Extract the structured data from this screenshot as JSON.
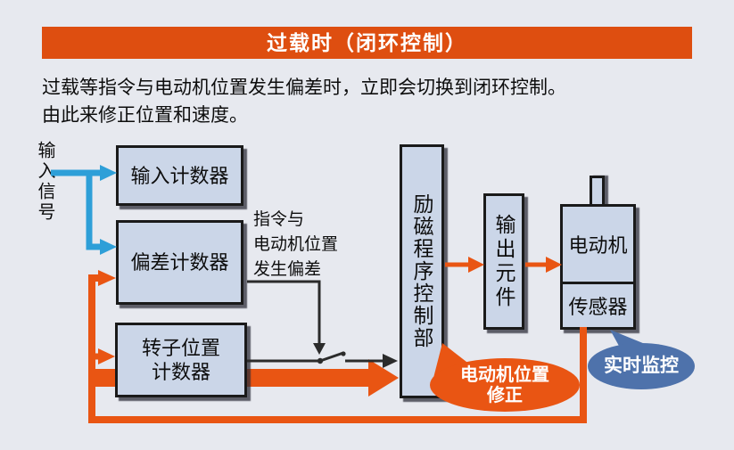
{
  "colors": {
    "background": "#E7E9EF",
    "title_bar": "#DE4E10",
    "box_fill": "#CBD6E8",
    "box_border": "#1A1A1A",
    "arrow_orange": "#E95513",
    "arrow_blue": "#2E9FD8",
    "arrow_black": "#2B2B2B",
    "bubble_orange": "#E95513",
    "bubble_blue": "#4E72AB"
  },
  "title": "过载时（闭环控制）",
  "description": {
    "line1": "过载等指令与电动机位置发生偏差时，立即会切换到闭环控制。",
    "line2": "由此来修正位置和速度。"
  },
  "diagram": {
    "input_signal_label": "输入信号",
    "boxes": {
      "input_counter": "输入计数器",
      "deviation_counter": "偏差计数器",
      "rotor_counter_line1": "转子位置",
      "rotor_counter_line2": "计数器",
      "excitation_program_control": "励磁程序控制部",
      "output_element": "输出元件",
      "motor": "电动机",
      "sensor": "传感器"
    },
    "annotations": {
      "deviation_note_line1": "指令与",
      "deviation_note_line2": "电动机位置",
      "deviation_note_line3": "发生偏差"
    },
    "bubbles": {
      "orange_line1": "电动机位置",
      "orange_line2": "修正",
      "blue": "实时监控"
    }
  }
}
